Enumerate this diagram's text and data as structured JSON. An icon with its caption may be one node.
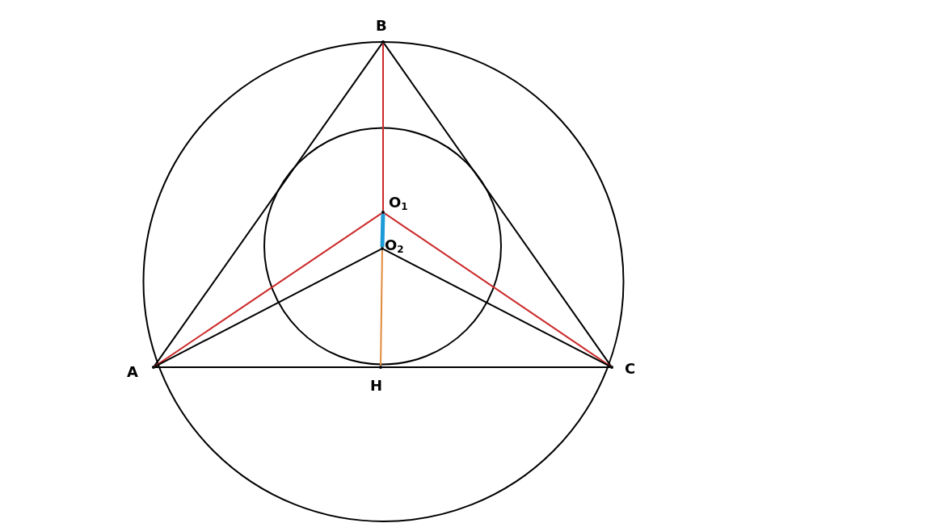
{
  "diagram": {
    "nodes": [
      {
        "text": [
          "B"
        ]
      },
      {
        "text": [
          "O$_{1}$"
        ]
      },
      {
        "text": [
          "O$_{2}$"
        ]
      },
      {
        "text": [
          "A"
        ]
      },
      {
        "text": [
          "H"
        ]
      },
      {
        "text": [
          "C"
        ]
      }
    ],
    "edges": [
      {
        "from": 3,
        "to": 0,
        "arrow": "none"
      },
      {
        "from": 0,
        "to": 5,
        "arrow": "none"
      },
      {
        "from": 3,
        "to": 5,
        "arrow": "none"
      },
      {
        "from": 0,
        "to": 1,
        "arrow": "none",
        "color": "#cc2b2b"
      },
      {
        "from": 1,
        "to": 3,
        "arrow": "none",
        "color": "#cc2b2b"
      },
      {
        "from": 1,
        "to": 5,
        "arrow": "none",
        "color": "#cc2b2b"
      },
      {
        "from": 1,
        "to": 2,
        "arrow": "none",
        "style": "thick",
        "color": "#1e9bd7"
      },
      {
        "from": 2,
        "to": 3,
        "arrow": "none"
      },
      {
        "from": 2,
        "to": 5,
        "arrow": "none"
      },
      {
        "from": 2,
        "to": 4,
        "arrow": "none",
        "color": "#e08a3c"
      }
    ]
  }
}
